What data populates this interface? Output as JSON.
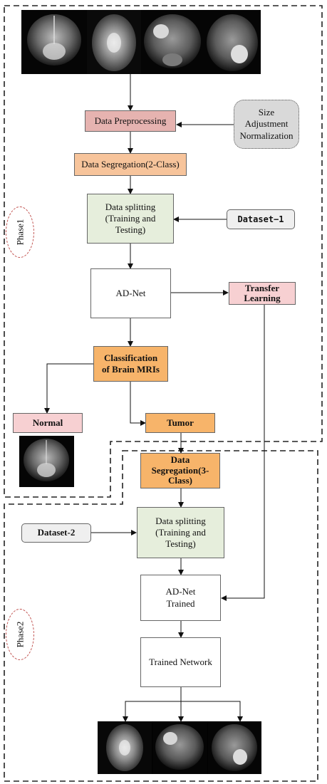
{
  "nodes": {
    "preprocessing": "Data Preprocessing",
    "size_adjustment_line1": "Size",
    "size_adjustment_line2": "Adjustment",
    "size_adjustment_line3": "Normalization",
    "segregation_2": "Data Segregation(2-Class)",
    "splitting_1_line1": "Data splitting",
    "splitting_1_line2": "(Training and",
    "splitting_1_line3": "Testing)",
    "dataset_1": "Dataset−1",
    "adnet": "AD-Net",
    "transfer_line1": "Transfer",
    "transfer_line2": "Learning",
    "classification_line1": "Classification",
    "classification_line2": "of Brain MRIs",
    "normal": "Normal",
    "tumor": "Tumor",
    "segregation_3_line1": "Data",
    "segregation_3_line2": "Segregation(3-",
    "segregation_3_line3": "Class)",
    "splitting_2_line1": "Data splitting",
    "splitting_2_line2": "(Training and",
    "splitting_2_line3": "Testing)",
    "dataset_2": "Dataset-2",
    "adnet_trained_line1": "AD-Net",
    "adnet_trained_line2": "Trained",
    "trained_network": "Trained Network"
  },
  "phases": {
    "phase1": "Phase1",
    "phase2": "Phase2"
  },
  "colors": {
    "preprocessing": "#e6b3b0",
    "segregation": "#f7c49b",
    "classification": "#f7b46a",
    "splitting": "#e6eedc",
    "transfer": "#f7d0d2",
    "phase_outline": "#c0504d"
  }
}
